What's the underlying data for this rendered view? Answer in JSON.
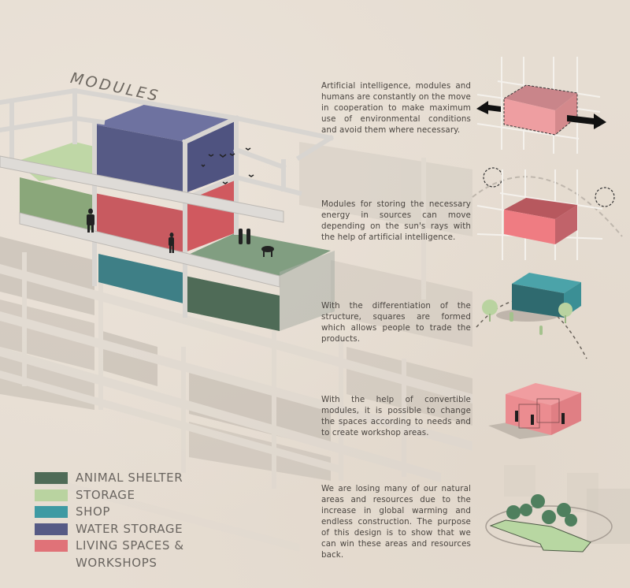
{
  "diagram": {
    "title": "MODULES",
    "colors": {
      "background": "#e6ddd2",
      "frame": "#d3d0cc",
      "animal_shelter": "#4f6b57",
      "storage": "#b9d3a0",
      "shop": "#3e7f86",
      "water_storage": "#565a85",
      "living_spaces": "#d9636a",
      "text": "#4a4540"
    },
    "descriptions": [
      {
        "id": "movement",
        "text": "Artificial intelligence, modules and humans are constantly on the move in cooperation to make maximum use of environmental conditions and avoid them where necessary."
      },
      {
        "id": "energy",
        "text": "Modules for storing the necessary energy in sources can move depending on the sun's rays with the help of artificial intelligence."
      },
      {
        "id": "squares",
        "text": "With the differentiation of the structure, squares are formed which allows people to trade the products."
      },
      {
        "id": "convertible",
        "text": "With the help of convertible modules, it is possible to change the spaces according to needs and to create workshop areas."
      },
      {
        "id": "nature",
        "text": "We are losing many of our natural areas and resources due to the increase in global warming and endless construction. The purpose of this design is to show that we can win these areas and resources back."
      }
    ],
    "legend": [
      {
        "label": "ANIMAL SHELTER",
        "color": "#4f6b57"
      },
      {
        "label": "STORAGE",
        "color": "#b9d3a0"
      },
      {
        "label": "SHOP",
        "color": "#3e7f86"
      },
      {
        "label": "WATER STORAGE",
        "color": "#565a85"
      },
      {
        "label": "LIVING SPACES &",
        "color": "#e07278"
      },
      {
        "label": "WORKSHOPS",
        "color": null
      }
    ],
    "icons": {
      "movement": "module-with-arrows-icon",
      "energy": "module-in-grid-sun-path-icon",
      "squares": "shop-module-with-trees-icon",
      "convertible": "workshop-module-with-people-icon",
      "nature": "park-with-trees-icon"
    }
  }
}
